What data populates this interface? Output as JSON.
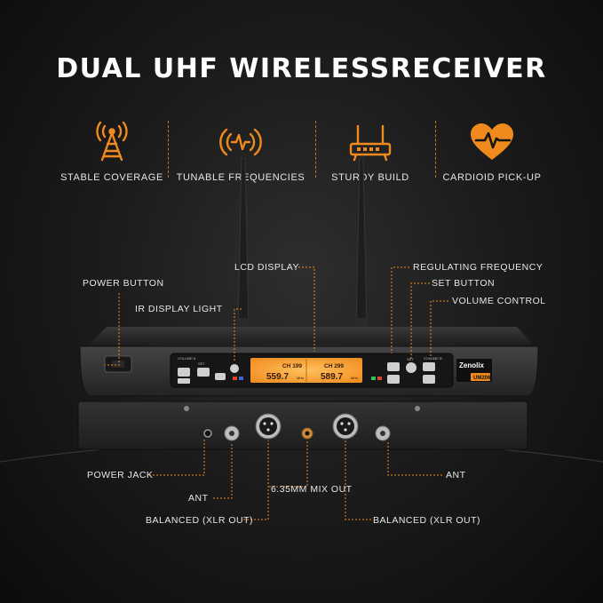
{
  "headline": "DUAL UHF WIRELESSRECEIVER",
  "features": [
    {
      "icon": "antenna-tower-icon",
      "label": "STABLE COVERAGE"
    },
    {
      "icon": "signal-wave-icon",
      "label": "TUNABLE FREQUENCIES"
    },
    {
      "icon": "router-icon",
      "label": "STURDY BUILD"
    },
    {
      "icon": "heart-pulse-icon",
      "label": "CARDIOID PICK-UP"
    }
  ],
  "callouts": {
    "lcd_display": "LCD DISPLAY",
    "regulating_frequency": "REGULATING FREQUENCY",
    "power_button": "POWER BUTTON",
    "set_button": "SET BUTTON",
    "ir_display_light": "IR DISPLAY LIGHT",
    "volume_control": "VOLUME CONTROL",
    "power_jack": "POWER JACK",
    "ant_left": "ANT",
    "mix_out": "6.35MM MIX OUT",
    "ant_right": "ANT",
    "balanced_left": "BALANCED (XLR OUT)",
    "balanced_right": "BALANCED (XLR OUT)"
  },
  "device": {
    "brand": "Zenolix",
    "model": "UM206",
    "volume_a_label": "VOLUME A",
    "volume_b_label": "VOLUME B",
    "set_label": "SET",
    "lcd_a": {
      "channel": "CH 199",
      "frequency": "559.7"
    },
    "lcd_b": {
      "channel": "CH 299",
      "frequency": "589.7"
    },
    "unit": "MHz"
  },
  "colors": {
    "accent": "#f08a1c",
    "lcd": "#ffae3a",
    "body": "#2a2a2c"
  }
}
